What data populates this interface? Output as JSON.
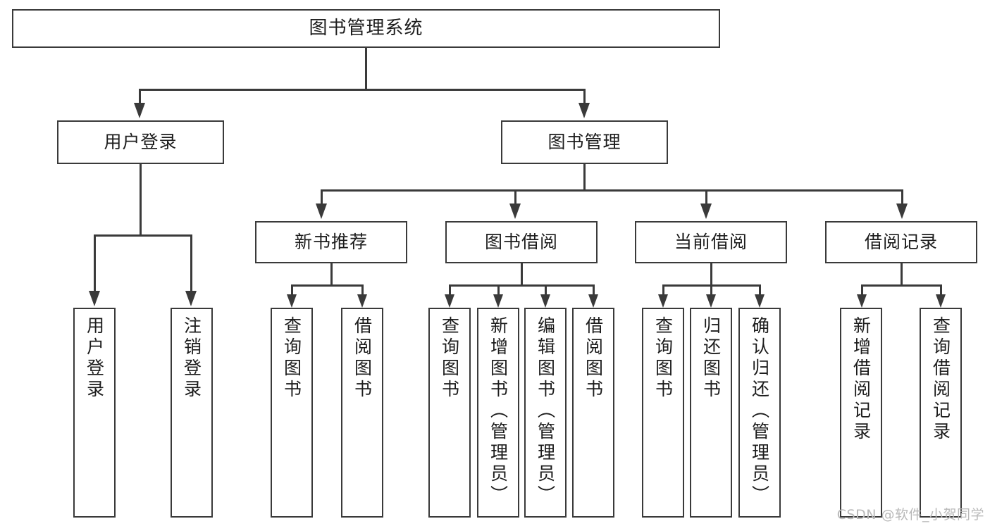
{
  "diagram": {
    "title": "图书管理系统",
    "type": "tree-hierarchy-chart",
    "stroke_color": "#3a3a3a",
    "background_color": "#ffffff",
    "text_color": "#1c1c1c"
  },
  "nodes": {
    "root": {
      "label": "图书管理系统"
    },
    "level2": [
      {
        "label": "用户登录"
      },
      {
        "label": "图书管理"
      }
    ],
    "level3": [
      {
        "label": "新书推荐"
      },
      {
        "label": "图书借阅"
      },
      {
        "label": "当前借阅"
      },
      {
        "label": "借阅记录"
      }
    ],
    "leaves": {
      "user_login": [
        {
          "label": "用户登录"
        },
        {
          "label": "注销登录"
        }
      ],
      "new_book": [
        {
          "label": "查询图书"
        },
        {
          "label": "借阅图书"
        }
      ],
      "book_borrow": [
        {
          "label": "查询图书"
        },
        {
          "label": "新增图书（管理员）"
        },
        {
          "label": "编辑图书（管理员）"
        },
        {
          "label": "借阅图书"
        }
      ],
      "current_borrow": [
        {
          "label": "查询图书"
        },
        {
          "label": "归还图书"
        },
        {
          "label": "确认归还（管理员）"
        }
      ],
      "borrow_record": [
        {
          "label": "新增借阅记录"
        },
        {
          "label": "查询借阅记录"
        }
      ]
    }
  },
  "watermark": {
    "text": "CSDN @软件_小贺同学",
    "color": "#b9b9b9"
  }
}
